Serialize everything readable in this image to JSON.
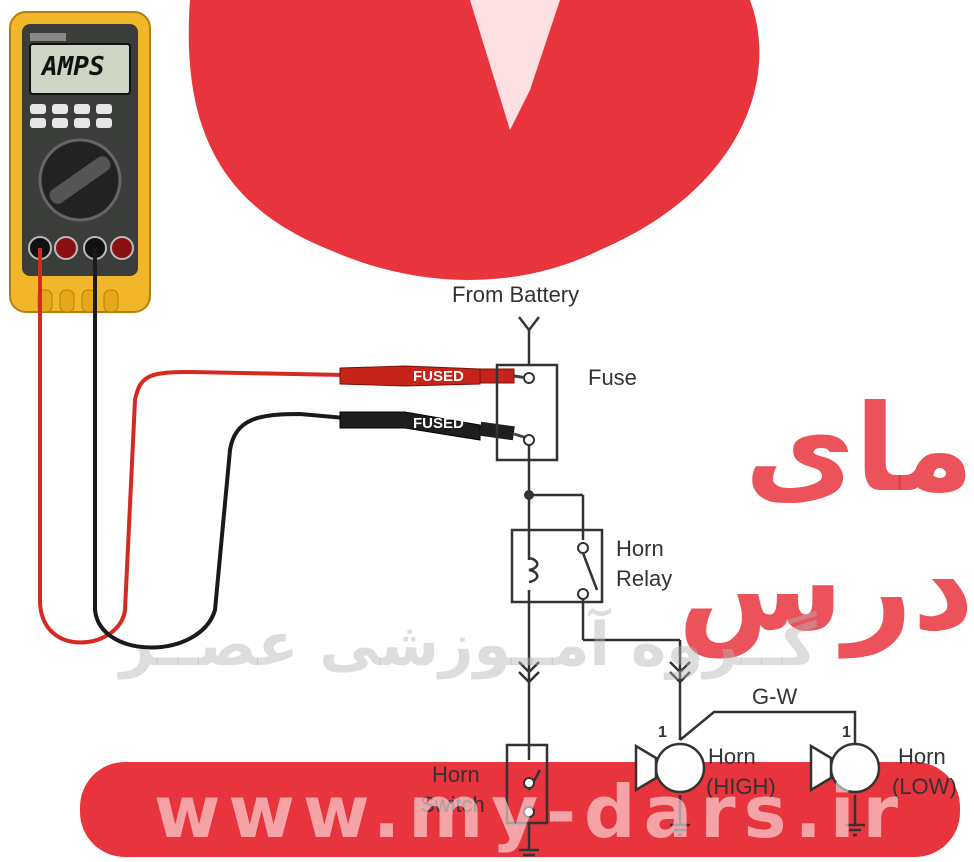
{
  "meter": {
    "display": "AMPS"
  },
  "labels": {
    "from_battery": "From Battery",
    "fuse": "Fuse",
    "horn_relay_1": "Horn",
    "horn_relay_2": "Relay",
    "wire": "G-W",
    "horn_switch_1": "Horn",
    "horn_switch_2": "Switch",
    "horn_high_1": "Horn",
    "horn_high_2": "(HIGH)",
    "horn_low_1": "Horn",
    "horn_low_2": "(LOW)",
    "pin_high": "1",
    "pin_low": "1",
    "probe_red": "FUSED",
    "probe_black": "FUSED"
  },
  "watermark": {
    "brand_fa": "مای درس",
    "subtitle_fa": "گــروه آمــوزشی عصــر",
    "url": "www.my-dars.ir",
    "color": "#e8343c"
  },
  "colors": {
    "red_lead": "#d42a20",
    "black_lead": "#1a1a1a",
    "meter_body": "#f2b62a",
    "wire": "#333333"
  }
}
